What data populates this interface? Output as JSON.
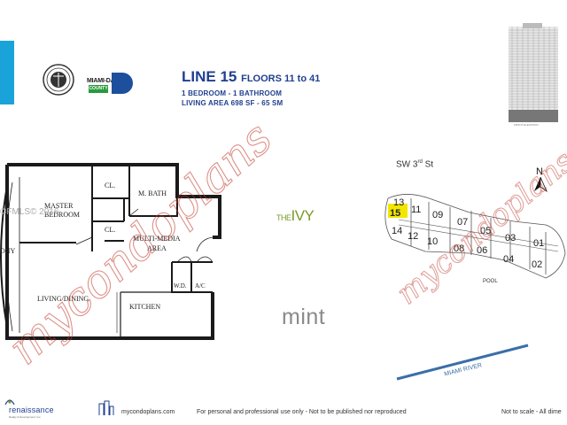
{
  "header": {
    "line": "LINE 15",
    "floors": "FLOORS 11 to 41",
    "bed_bath": "1 BEDROOM - 1 BATHROOM",
    "living_area": "LIVING AREA  698 SF - 65 SM"
  },
  "logos": {
    "county_top": "MIAMI-DADE",
    "county_bottom": "COUNTY",
    "ivy_prefix": "THE",
    "ivy_name": "IVY",
    "mint": "mint",
    "developer": "renaissance",
    "developer_sub": "Realty & Development, Inc."
  },
  "building": {
    "caption": "FRONT ELEVATION"
  },
  "floorplan": {
    "rooms": {
      "closet_1": "CL.",
      "closet_2": "CL.",
      "master_bedroom_1": "MASTER",
      "master_bedroom_2": "BEDROOM",
      "master_bath": "M. BATH",
      "multimedia_1": "MULTI-MEDIA",
      "multimedia_2": "AREA",
      "washer_dryer": "W.D.",
      "ac": "A/C",
      "living_dining": "LIVING/DINING",
      "kitchen": "KITCHEN",
      "balcony_fragment": "ONY"
    }
  },
  "keyplan": {
    "street": "SW 3",
    "street_sup": "rd",
    "street_suffix": " St",
    "north": "N",
    "units": [
      "13",
      "11",
      "09",
      "07",
      "05",
      "03",
      "01",
      "15",
      "14",
      "12",
      "10",
      "08",
      "06",
      "04",
      "02"
    ],
    "highlighted_unit": "15",
    "pool": "POOL",
    "river": "MIAMI RIVER"
  },
  "watermark": {
    "brand": "mycondoplans",
    "mls": "©FMLS© 2016"
  },
  "footer": {
    "website": "mycondoplans.com",
    "disclaimer": "For personal and professional use only - Not to be published nor reproduced",
    "scale_note": "Not to scale - All dime"
  },
  "colors": {
    "title_blue": "#1f3f8f",
    "highlight_yellow": "#f2e600",
    "river_blue": "#3a6fa8",
    "watermark_red": "#c0392b",
    "ivy_green": "#7a9a2a"
  }
}
